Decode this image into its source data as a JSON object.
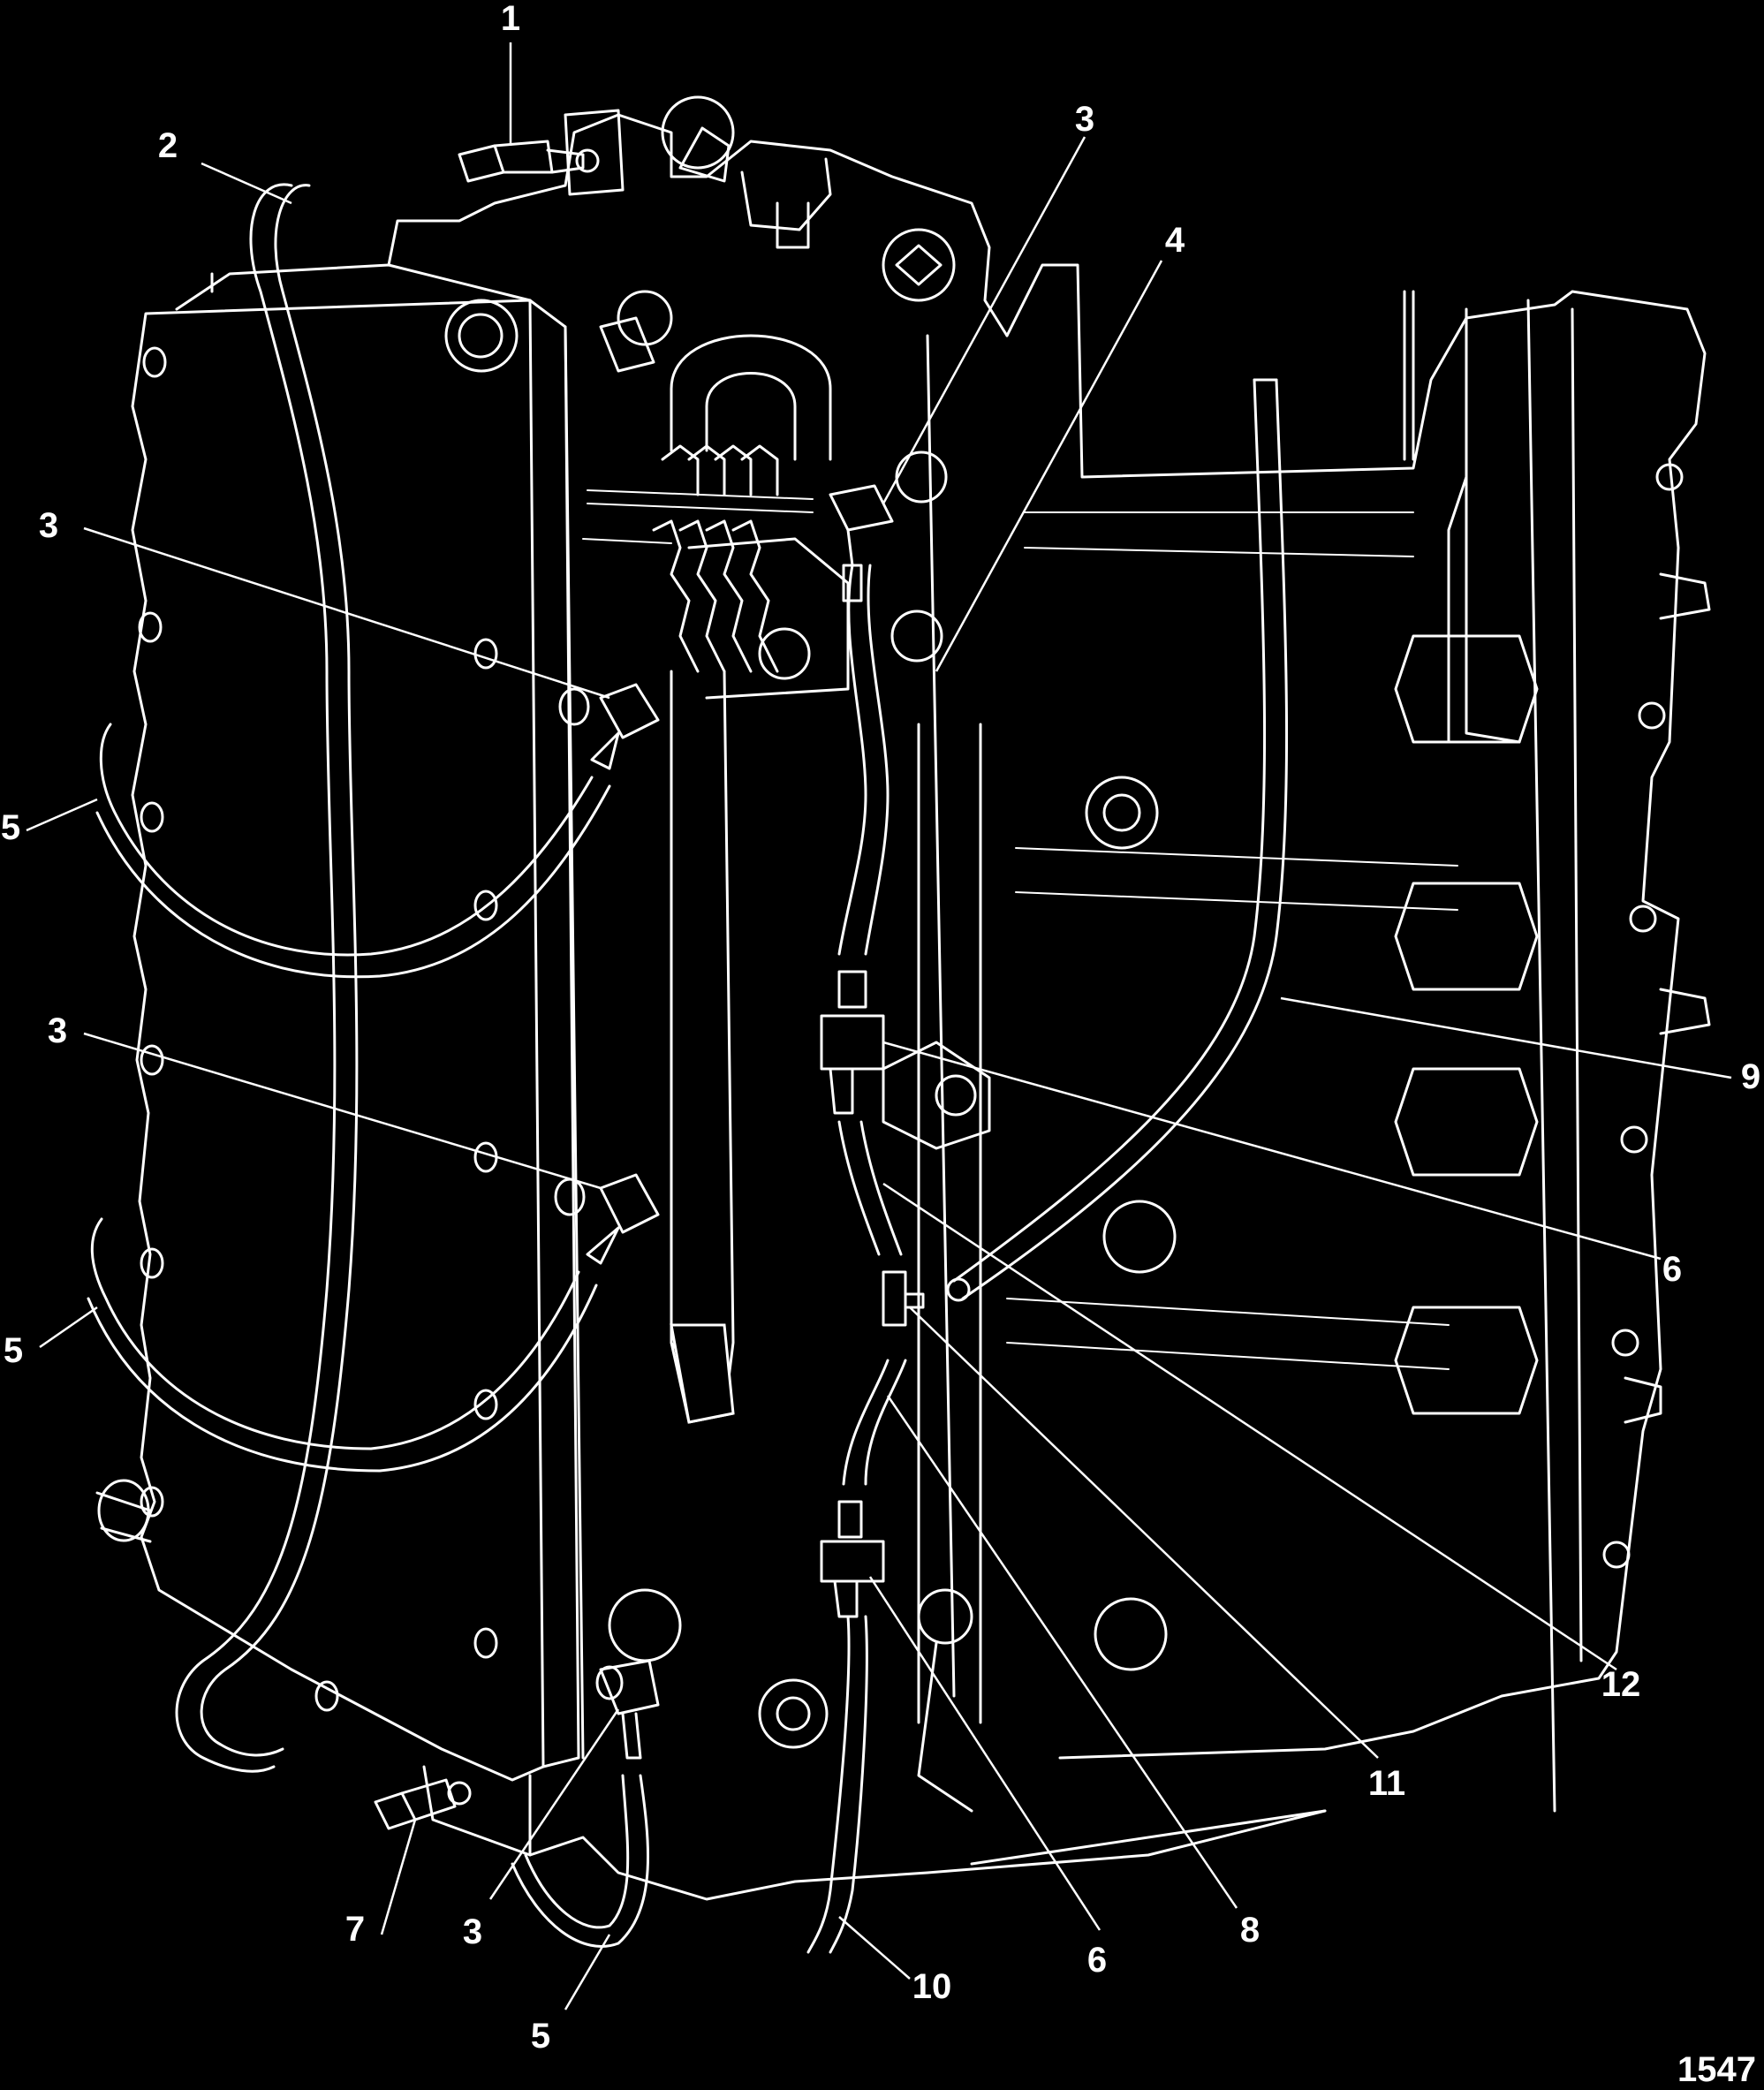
{
  "diagram": {
    "figure_number": "1547",
    "callouts": [
      {
        "id": "c1",
        "label": "1"
      },
      {
        "id": "c2",
        "label": "2"
      },
      {
        "id": "c3a",
        "label": "3"
      },
      {
        "id": "c4",
        "label": "4"
      },
      {
        "id": "c3b",
        "label": "3"
      },
      {
        "id": "c5a",
        "label": "5"
      },
      {
        "id": "c3c",
        "label": "3"
      },
      {
        "id": "c9",
        "label": "9"
      },
      {
        "id": "c6a",
        "label": "6"
      },
      {
        "id": "c5b",
        "label": "5"
      },
      {
        "id": "c12",
        "label": "12"
      },
      {
        "id": "c11",
        "label": "11"
      },
      {
        "id": "c8",
        "label": "8"
      },
      {
        "id": "c7",
        "label": "7"
      },
      {
        "id": "c3d",
        "label": "3"
      },
      {
        "id": "c6b",
        "label": "6"
      },
      {
        "id": "c5c",
        "label": "5"
      },
      {
        "id": "c10",
        "label": "10"
      }
    ]
  }
}
